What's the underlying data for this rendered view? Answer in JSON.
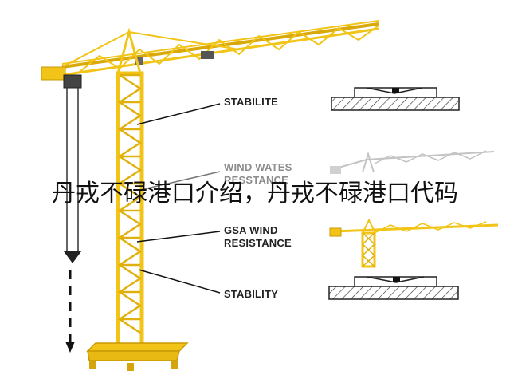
{
  "labels": {
    "stabilite": "STABILITE",
    "wind_wates_line1": "WIND WATES",
    "wind_wates_line2": "RESSTANCE",
    "gsa_line1": "GSA WIND",
    "gsa_line2": "RESISTANCE",
    "stability": "STABILITY"
  },
  "overlay_caption": "丹戎不碌港口介绍，丹戎不碌港口代码",
  "colors": {
    "crane": "#f2c417",
    "crane_dark": "#c89a06",
    "crane_ghost": "#b9b9b9",
    "line": "#222222",
    "hatch": "#333333"
  }
}
